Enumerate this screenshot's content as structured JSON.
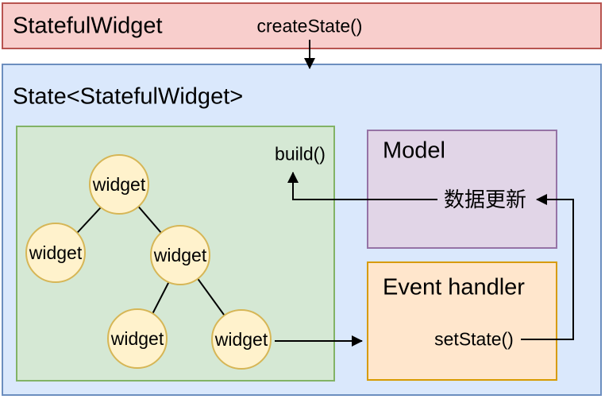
{
  "stateful_widget_box": {
    "title": "StatefulWidget",
    "method_label": "createState()"
  },
  "state_box": {
    "title": "State<StatefulWidget>"
  },
  "widget_tree": {
    "build_label": "build()",
    "nodes": [
      {
        "label": "widget"
      },
      {
        "label": "widget"
      },
      {
        "label": "widget"
      },
      {
        "label": "widget"
      },
      {
        "label": "widget"
      }
    ]
  },
  "model_box": {
    "title": "Model",
    "annotation": "数据更新"
  },
  "event_handler_box": {
    "title": "Event handler",
    "method_label": "setState()"
  },
  "colors": {
    "stateful_widget_fill": "#f8cecc",
    "stateful_widget_stroke": "#b85450",
    "state_fill": "#dae8fc",
    "state_stroke": "#6c8ebf",
    "tree_fill": "#d5e8d4",
    "tree_stroke": "#82b366",
    "widget_node_fill": "#fff2cc",
    "widget_node_stroke": "#d6b656",
    "model_fill": "#e1d5e7",
    "model_stroke": "#9673a6",
    "event_handler_fill": "#ffe6cc",
    "event_handler_stroke": "#d79b00",
    "arrow": "#000000"
  }
}
